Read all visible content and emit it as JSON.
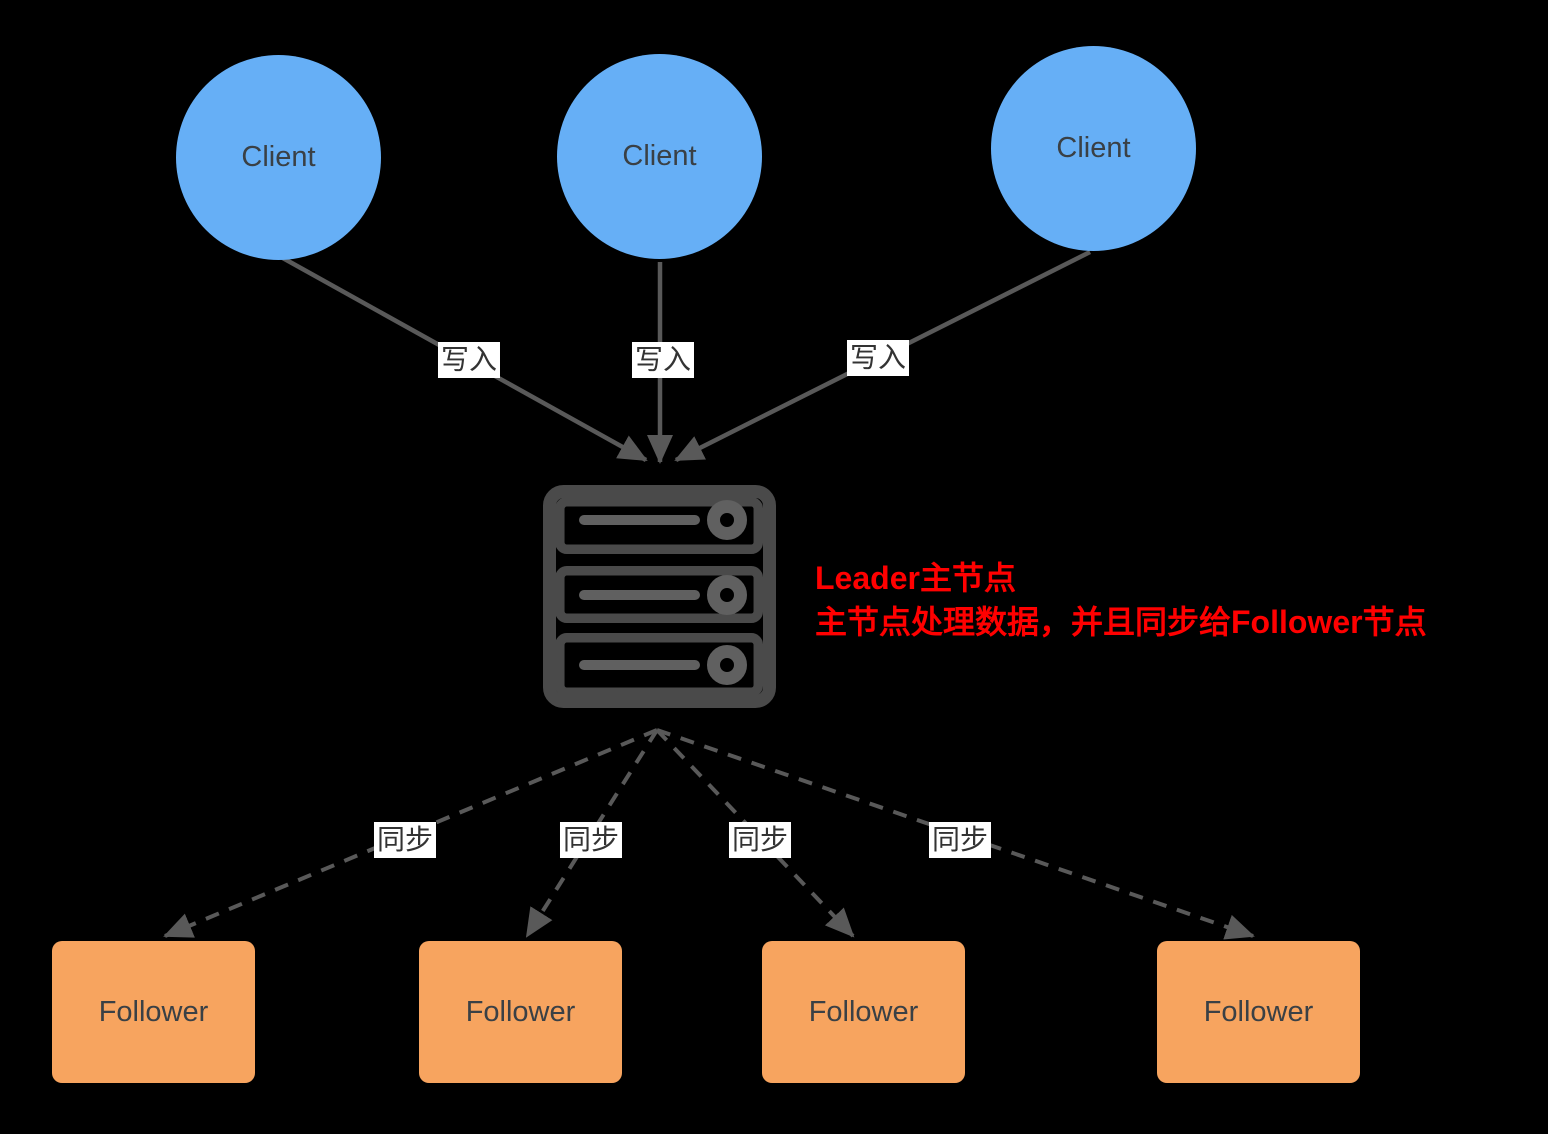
{
  "diagram": {
    "type": "leader-follower-replication",
    "background_color": "#000000"
  },
  "colors": {
    "client_fill": "#66AFF6",
    "follower_fill": "#F7A45F",
    "node_text": "#3A4045",
    "edge_line": "#595959",
    "edge_label_bg": "#FFFFFF",
    "edge_label_text": "#333333",
    "server_icon": "#4A4A4A",
    "server_icon_detail": "#606060",
    "annotation_text": "#FF0000"
  },
  "clients": [
    {
      "label": "Client"
    },
    {
      "label": "Client"
    },
    {
      "label": "Client"
    }
  ],
  "followers": [
    {
      "label": "Follower"
    },
    {
      "label": "Follower"
    },
    {
      "label": "Follower"
    },
    {
      "label": "Follower"
    }
  ],
  "write_edges": [
    {
      "label": "写入"
    },
    {
      "label": "写入"
    },
    {
      "label": "写入"
    }
  ],
  "sync_edges": [
    {
      "label": "同步"
    },
    {
      "label": "同步"
    },
    {
      "label": "同步"
    },
    {
      "label": "同步"
    }
  ],
  "leader": {
    "icon": "server-rack-icon"
  },
  "annotation": {
    "line1": "Leader主节点",
    "line2": "主节点处理数据，并且同步给Follower节点"
  }
}
